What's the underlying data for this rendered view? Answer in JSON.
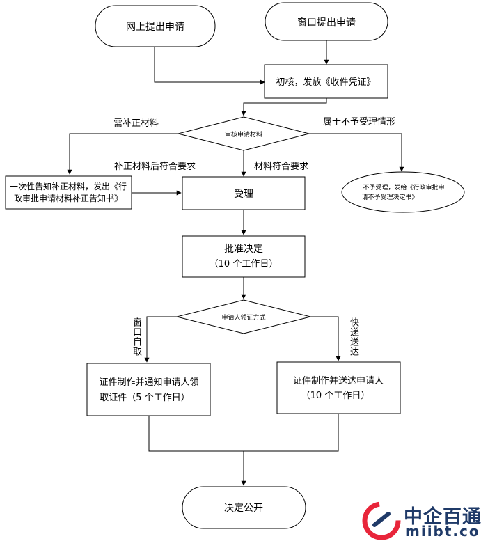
{
  "nodes": {
    "apply_online": "网上提出申请",
    "apply_window": "窗口提出申请",
    "initial_review": "初核，发放《收件凭证》",
    "review_materials": "审核申请材料",
    "supplement_notice_1": "一次性告知补正材料，发出《行",
    "supplement_notice_2": "政审批申请材料补正告知书》",
    "accept": "受理",
    "reject_1": "不予受理，发给《行政审批申",
    "reject_2": "请不予受理决定书》",
    "approve_1": "批准决定",
    "approve_2": "（10 个工作日）",
    "collect_method": "申请人领证方式",
    "notify_1": "证件制作并通知申请人领",
    "notify_2": "取证件（5 个工作日）",
    "deliver_1": "证件制作并送达申请人",
    "deliver_2": "（10 个工作日）",
    "publish": "决定公开"
  },
  "edge_labels": {
    "need_supplement": "需补正材料",
    "not_accepted": "属于不予受理情形",
    "supplement_ok": "补正材料后符合要求",
    "materials_ok": "材料符合要求",
    "window_pickup": "窗口自取",
    "express": "快递送达"
  },
  "logo": {
    "name": "中企百通",
    "domain": "miibt.com"
  },
  "colors": {
    "line": "#000000",
    "logo_blue": "#1f3a68",
    "logo_red": "#e8253a"
  }
}
